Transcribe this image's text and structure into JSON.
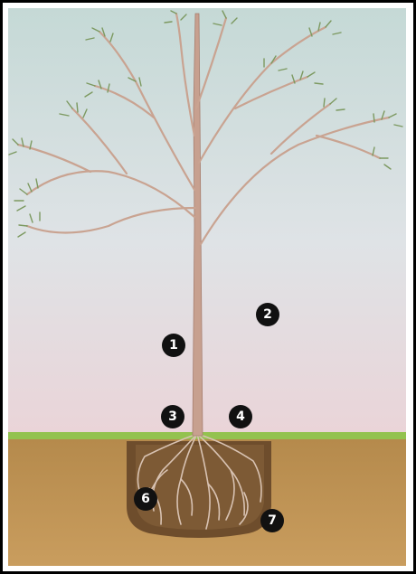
{
  "colors": {
    "sky_top": "#bfd4d2",
    "sky_bottom": "#e8d6da",
    "grass": "#8fc24a",
    "soil": "#b98b4a",
    "soil_dark": "#8a6332",
    "root_ball": "#6b4a2a",
    "trunk": "#c9a391",
    "leaves": "#7e9a63",
    "marker_fill": "#111111",
    "marker_text": "#ffffff",
    "border": "#000000"
  },
  "icons": {
    "trunk": "tree-trunk-icon",
    "root_ball": "root-ball-icon"
  },
  "markers": [
    {
      "label": "1"
    },
    {
      "label": "2"
    },
    {
      "label": "3"
    },
    {
      "label": "4"
    },
    {
      "label": "6"
    },
    {
      "label": "7"
    }
  ]
}
